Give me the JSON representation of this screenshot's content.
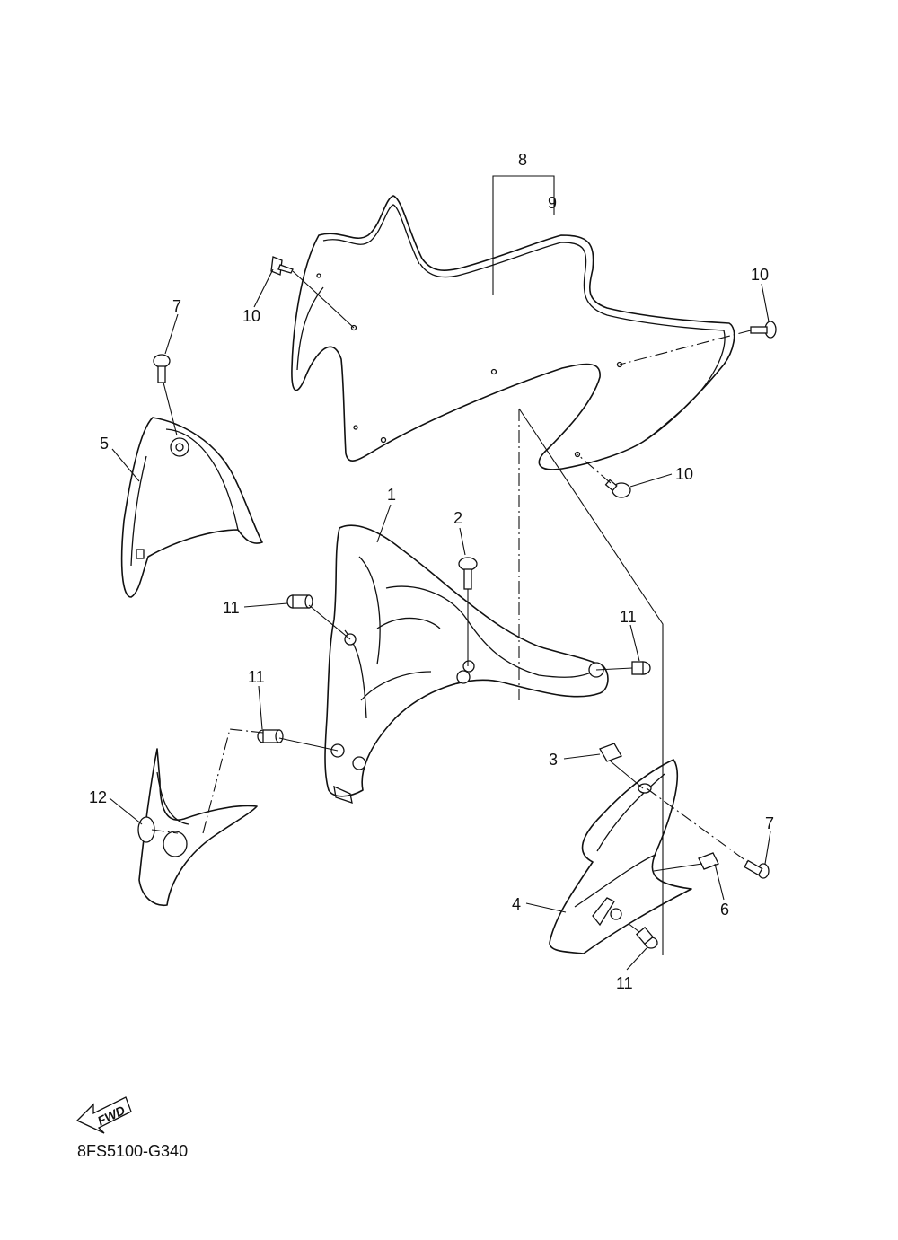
{
  "callouts": {
    "c1": "1",
    "c2": "2",
    "c3": "3",
    "c4": "4",
    "c5": "5",
    "c6": "6",
    "c7a": "7",
    "c7b": "7",
    "c8": "8",
    "c9": "9",
    "c10a": "10",
    "c10b": "10",
    "c10c": "10",
    "c11a": "11",
    "c11b": "11",
    "c11c": "11",
    "c11d": "11",
    "c12": "12"
  },
  "fwd_label": "FWD",
  "drawing_code": "8FS5100-G340",
  "colors": {
    "line": "#111111",
    "background": "#ffffff"
  }
}
